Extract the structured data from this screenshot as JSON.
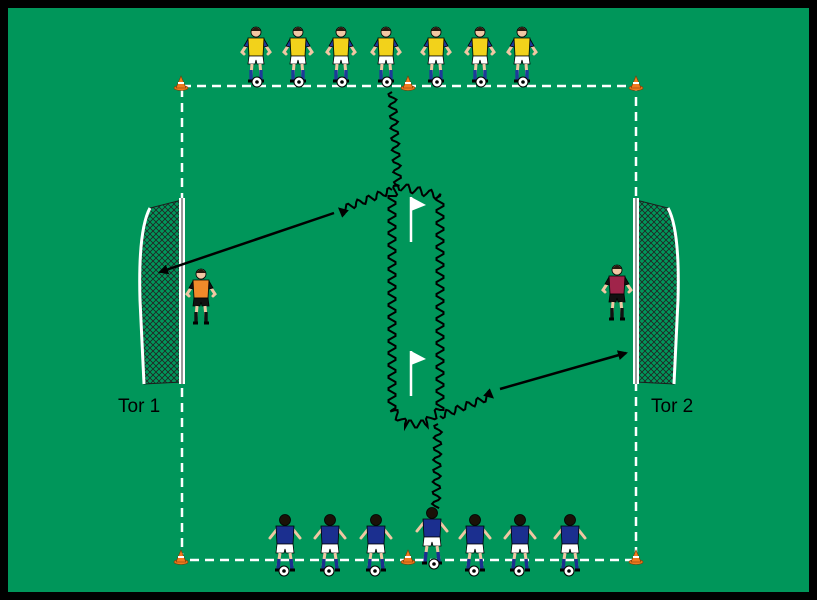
{
  "goals": [
    {
      "label": "Tor 1"
    },
    {
      "label": "Tor 2"
    }
  ],
  "players": {
    "yellow_team": {
      "count": 7,
      "shirt_color": "#F2D21B",
      "shorts_color": "#FFFFFF",
      "socks_color": "#1E3A9A"
    },
    "blue_team": {
      "count": 7,
      "shirt_color": "#1B2F8F",
      "shorts_color": "#FFFFFF",
      "socks_color": "#1B2F8F"
    }
  },
  "goalkeepers": [
    {
      "side": "left",
      "shirt_color": "#F08A2A",
      "shorts_color": "#111111"
    },
    {
      "side": "right",
      "shirt_color": "#A0244A",
      "shorts_color": "#111111"
    }
  ],
  "markers": {
    "cones": 6,
    "flags": 2
  },
  "colors": {
    "pitch": "#00965A",
    "border": "#000000",
    "line": "#FFFFFF",
    "cone": "#F07A1E",
    "path": "#000000"
  },
  "icons": {
    "cone": "training-cone-icon",
    "flag": "corner-flag-icon",
    "ball": "soccer-ball-icon",
    "goal": "goal-net-icon"
  }
}
